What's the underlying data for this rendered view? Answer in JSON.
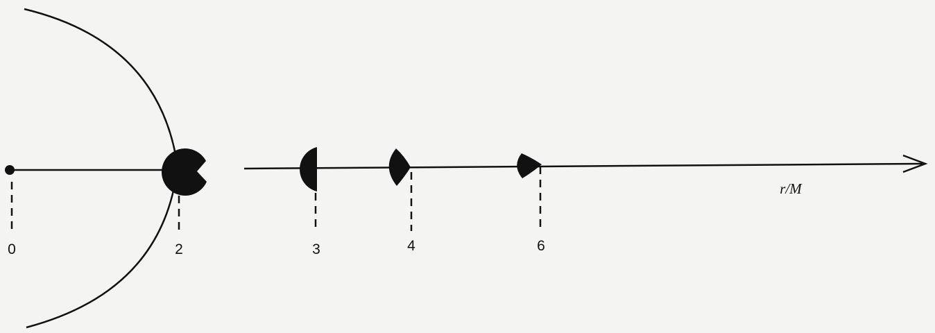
{
  "axis": {
    "label": "r/M"
  },
  "ticks": [
    {
      "value": 0,
      "label": "0"
    },
    {
      "value": 2,
      "label": "2"
    },
    {
      "value": 3,
      "label": "3"
    },
    {
      "value": 4,
      "label": "4"
    },
    {
      "value": 6,
      "label": "6"
    }
  ],
  "colors": {
    "ink": "#111111",
    "paper": "#f4f4f3"
  }
}
